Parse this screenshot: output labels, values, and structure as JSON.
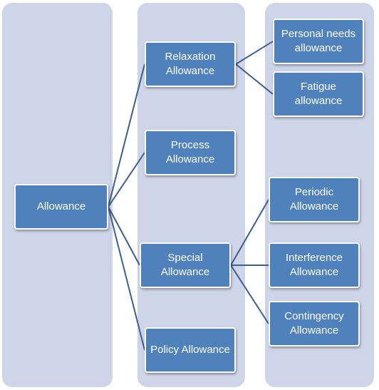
{
  "diagram": {
    "root": {
      "label": "Allowance"
    },
    "level2": {
      "relaxation": "Relaxation Allowance",
      "process": "Process Allowance",
      "special": "Special Allowance",
      "policy": "Policy Allowance"
    },
    "level3": {
      "personal_needs": "Personal needs allowance",
      "fatigue": "Fatigue allowance",
      "periodic": "Periodic Allowance",
      "interference": "Interference Allowance",
      "contingency": "Contingency Allowance"
    },
    "colors": {
      "column_background": "#cfd5e8",
      "node_fill": "#4f81bd",
      "node_border": "#ffffff",
      "connector": "#3d5f8f",
      "node_text": "#ffffff"
    },
    "edges": [
      [
        "root",
        "relaxation"
      ],
      [
        "root",
        "process"
      ],
      [
        "root",
        "special"
      ],
      [
        "root",
        "policy"
      ],
      [
        "relaxation",
        "personal_needs"
      ],
      [
        "relaxation",
        "fatigue"
      ],
      [
        "special",
        "periodic"
      ],
      [
        "special",
        "interference"
      ],
      [
        "special",
        "contingency"
      ]
    ]
  }
}
